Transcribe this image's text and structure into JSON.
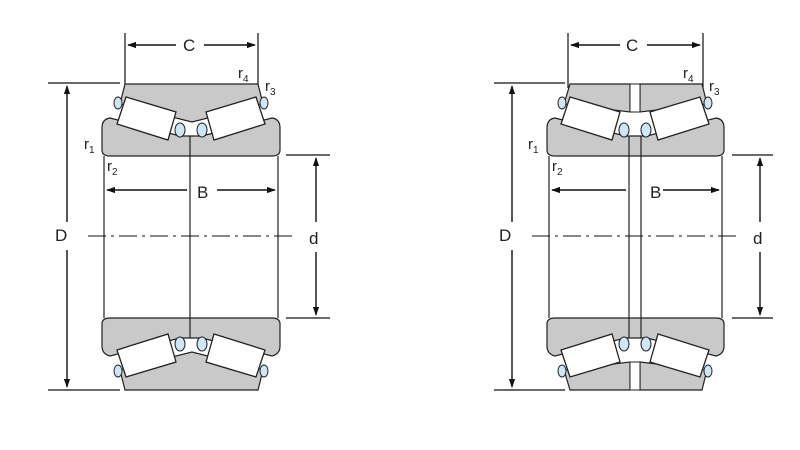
{
  "diagrams": [
    {
      "variant": "single-cup",
      "labels": {
        "C": "C",
        "B": "B",
        "D": "D",
        "d": "d",
        "r": "r",
        "r1_sub": "1",
        "r2_sub": "2",
        "r3_sub": "3",
        "r4_sub": "4"
      }
    },
    {
      "variant": "spacer-cup",
      "labels": {
        "C": "C",
        "B": "B",
        "D": "D",
        "d": "d",
        "r": "r",
        "r1_sub": "1",
        "r2_sub": "2",
        "r3_sub": "3",
        "r4_sub": "4"
      }
    }
  ],
  "colors": {
    "ring": "#c9c9c9",
    "cage": "#cfe6f6",
    "line": "#111111"
  }
}
